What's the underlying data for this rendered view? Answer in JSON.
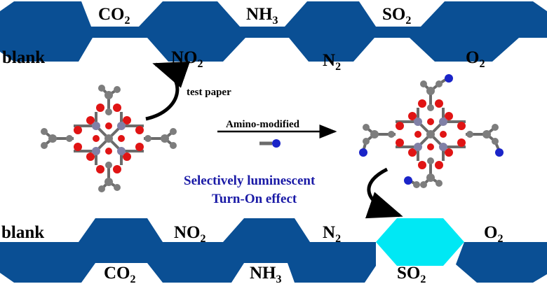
{
  "top_strip": {
    "labels_top": [
      {
        "base": "CO",
        "sub": "2"
      },
      {
        "base": "NH",
        "sub": "3"
      },
      {
        "base": "SO",
        "sub": "2"
      }
    ],
    "labels_bottom": [
      {
        "base": "blank",
        "sub": ""
      },
      {
        "base": "NO",
        "sub": "2"
      },
      {
        "base": "N",
        "sub": "2"
      },
      {
        "base": "O",
        "sub": "2"
      }
    ]
  },
  "bottom_strip": {
    "labels_top": [
      {
        "base": "blank",
        "sub": ""
      },
      {
        "base": "NO",
        "sub": "2"
      },
      {
        "base": "N",
        "sub": "2"
      },
      {
        "base": "O",
        "sub": "2"
      }
    ],
    "labels_bottom": [
      {
        "base": "CO",
        "sub": "2"
      },
      {
        "base": "NH",
        "sub": "3"
      },
      {
        "base": "SO",
        "sub": "2"
      }
    ]
  },
  "annotations": {
    "test_paper": "test paper",
    "amino_modified": "Amino-modified",
    "effect_line1": "Selectively luminescent",
    "effect_line2": "Turn-On effect"
  },
  "colors": {
    "strip_blue": "#0a4f94",
    "highlight_cyan": "#00e8f4",
    "text_blue": "#1a1aa6",
    "carbon_gray": "#7d7d7d",
    "oxygen_red": "#e01414",
    "metal_slate": "#8080a6",
    "nitrogen_blue": "#1a24c8"
  }
}
